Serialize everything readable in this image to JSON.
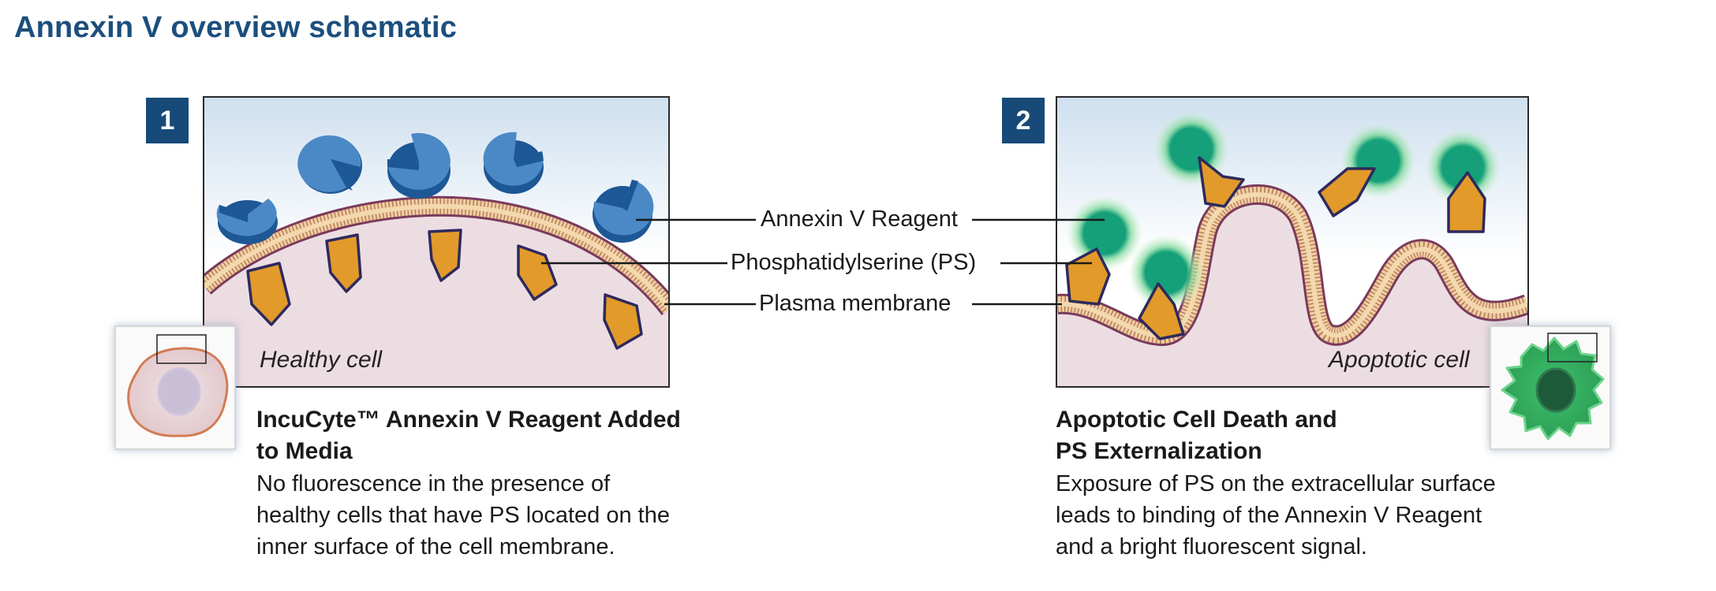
{
  "title": "Annexin V overview schematic",
  "panel1": {
    "number": "1",
    "cell_label": "Healthy cell",
    "heading_line1": "IncuCyte™ Annexin V Reagent Added",
    "heading_line2": "to Media",
    "desc_line1": "No fluorescence in the presence of",
    "desc_line2": "healthy cells that have PS located on the",
    "desc_line3": "inner surface of the cell membrane."
  },
  "panel2": {
    "number": "2",
    "cell_label": "Apoptotic cell",
    "heading_line1": "Apoptotic Cell Death and",
    "heading_line2": "PS Externalization",
    "desc_line1": "Exposure of PS on the extracellular surface",
    "desc_line2": "leads to binding of the Annexin V Reagent",
    "desc_line3": "and a bright fluorescent signal."
  },
  "callouts": {
    "annexin": "Annexin V Reagent",
    "ps": "Phosphatidylserine (PS)",
    "membrane": "Plasma membrane"
  },
  "colors": {
    "title": "#1b4f7d",
    "annexin_blue": "#3f7fbf",
    "annexin_green": "#15a079",
    "ps_orange": "#e29a2a",
    "membrane_outer": "#7a3a5c",
    "membrane_core": "#f0cf9c",
    "cytoplasm": "#ecdde3"
  }
}
